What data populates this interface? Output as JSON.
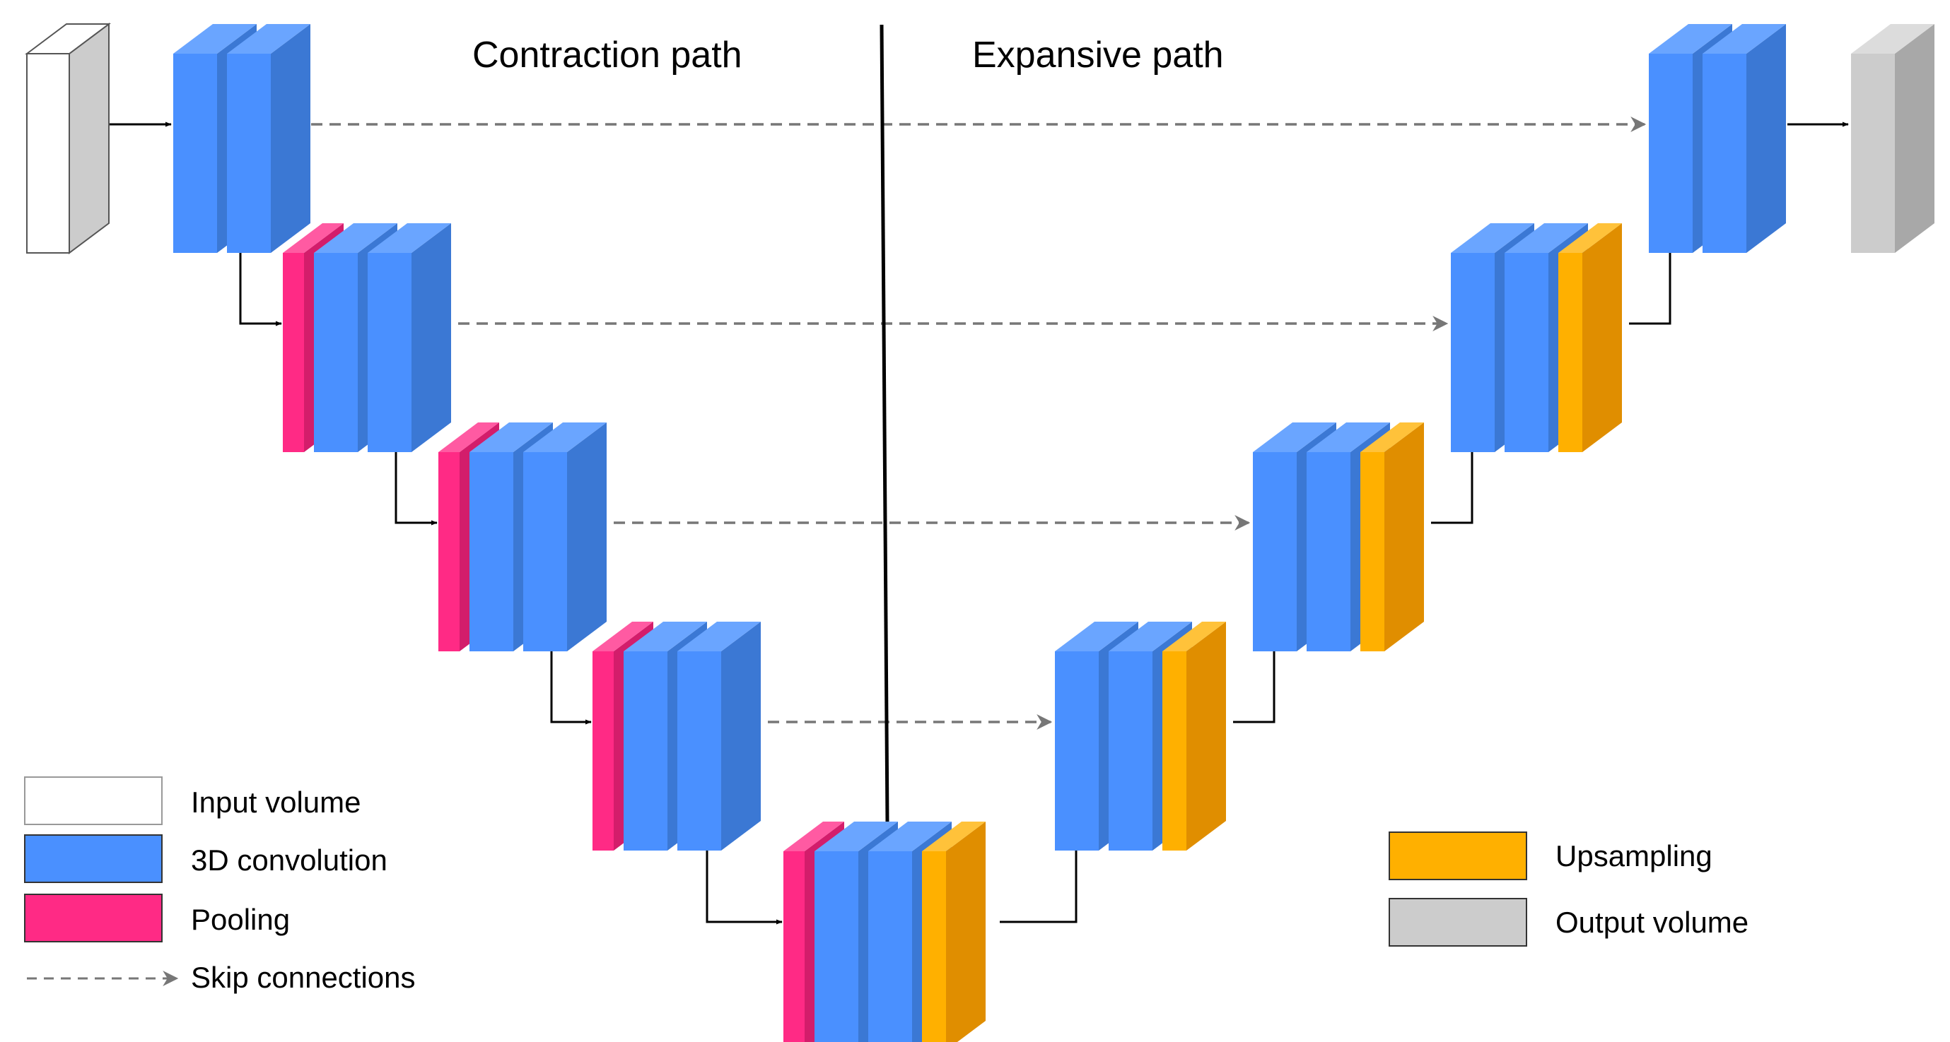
{
  "titles": {
    "contraction": "Contraction path",
    "expansive": "Expansive path"
  },
  "legend": {
    "input": "Input volume",
    "conv": "3D convolution",
    "pool": "Pooling",
    "skip": "Skip connections",
    "up": "Upsampling",
    "output": "Output volume"
  },
  "colors": {
    "input_front": "#ffffff",
    "input_side": "#cccccc",
    "conv_front": "#4a90ff",
    "conv_side": "#3b78d4",
    "conv_top": "#6aa5ff",
    "pool_front": "#ff2a85",
    "pool_side": "#d31d6b",
    "pool_top": "#ff5aa2",
    "up_front": "#ffb000",
    "up_side": "#e08e00",
    "up_top": "#ffc23a",
    "output_front": "#cccccc",
    "output_side": "#a8a8a8",
    "output_top": "#dcdcdc",
    "arrow": "#000000",
    "skip": "#777777"
  }
}
